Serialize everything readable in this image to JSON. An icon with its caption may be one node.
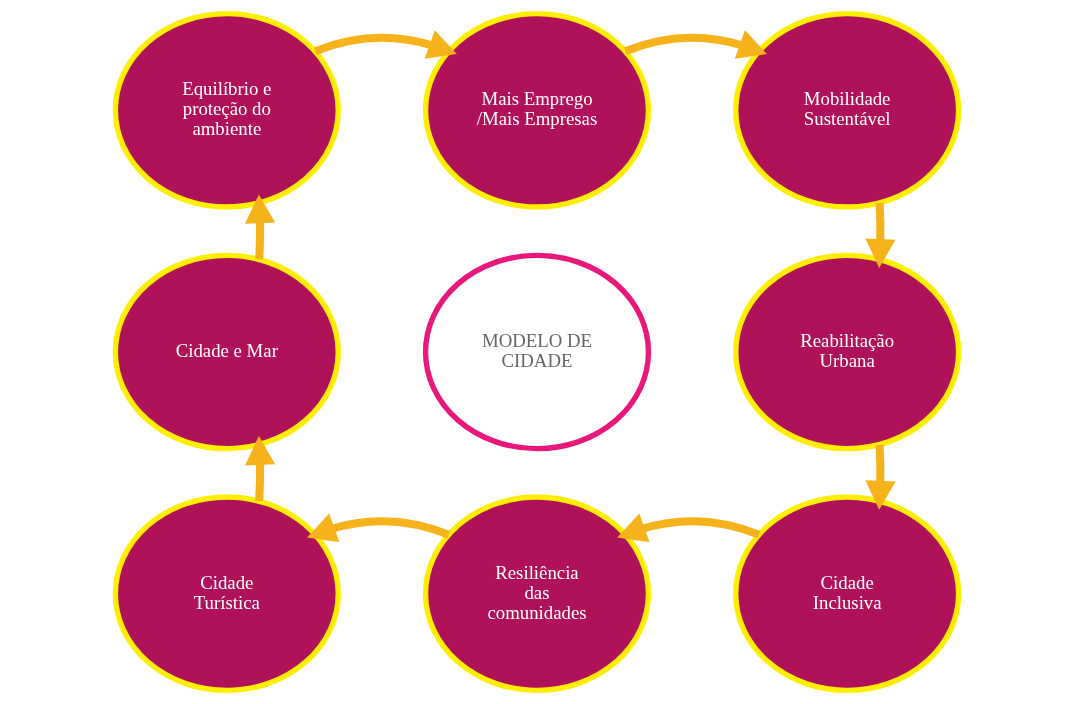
{
  "diagram": {
    "nodes": [
      {
        "text": [
          "Equilíbrio e proteção do ambiente"
        ]
      },
      {
        "text": [
          "Mais Emprego /Mais Empresas"
        ]
      },
      {
        "text": [
          "Mobilidade Sustentável"
        ]
      },
      {
        "text": [
          "Reabilitação Urbana"
        ]
      },
      {
        "text": [
          "Cidade Inclusiva"
        ]
      },
      {
        "text": [
          "Resiliência das comunidades"
        ]
      },
      {
        "text": [
          "Cidade Turística"
        ]
      },
      {
        "text": [
          "Cidade e Mar"
        ]
      },
      {
        "text": [
          "MODELO DE CIDADE"
        ]
      }
    ],
    "edges": [
      {
        "from": 0,
        "to": 1,
        "arrow": "to"
      },
      {
        "from": 1,
        "to": 2,
        "arrow": "to"
      },
      {
        "from": 2,
        "to": 3,
        "arrow": "to"
      },
      {
        "from": 3,
        "to": 4,
        "arrow": "to"
      },
      {
        "from": 4,
        "to": 5,
        "arrow": "to"
      },
      {
        "from": 5,
        "to": 6,
        "arrow": "to"
      },
      {
        "from": 6,
        "to": 7,
        "arrow": "to"
      },
      {
        "from": 7,
        "to": 0,
        "arrow": "to"
      }
    ]
  }
}
